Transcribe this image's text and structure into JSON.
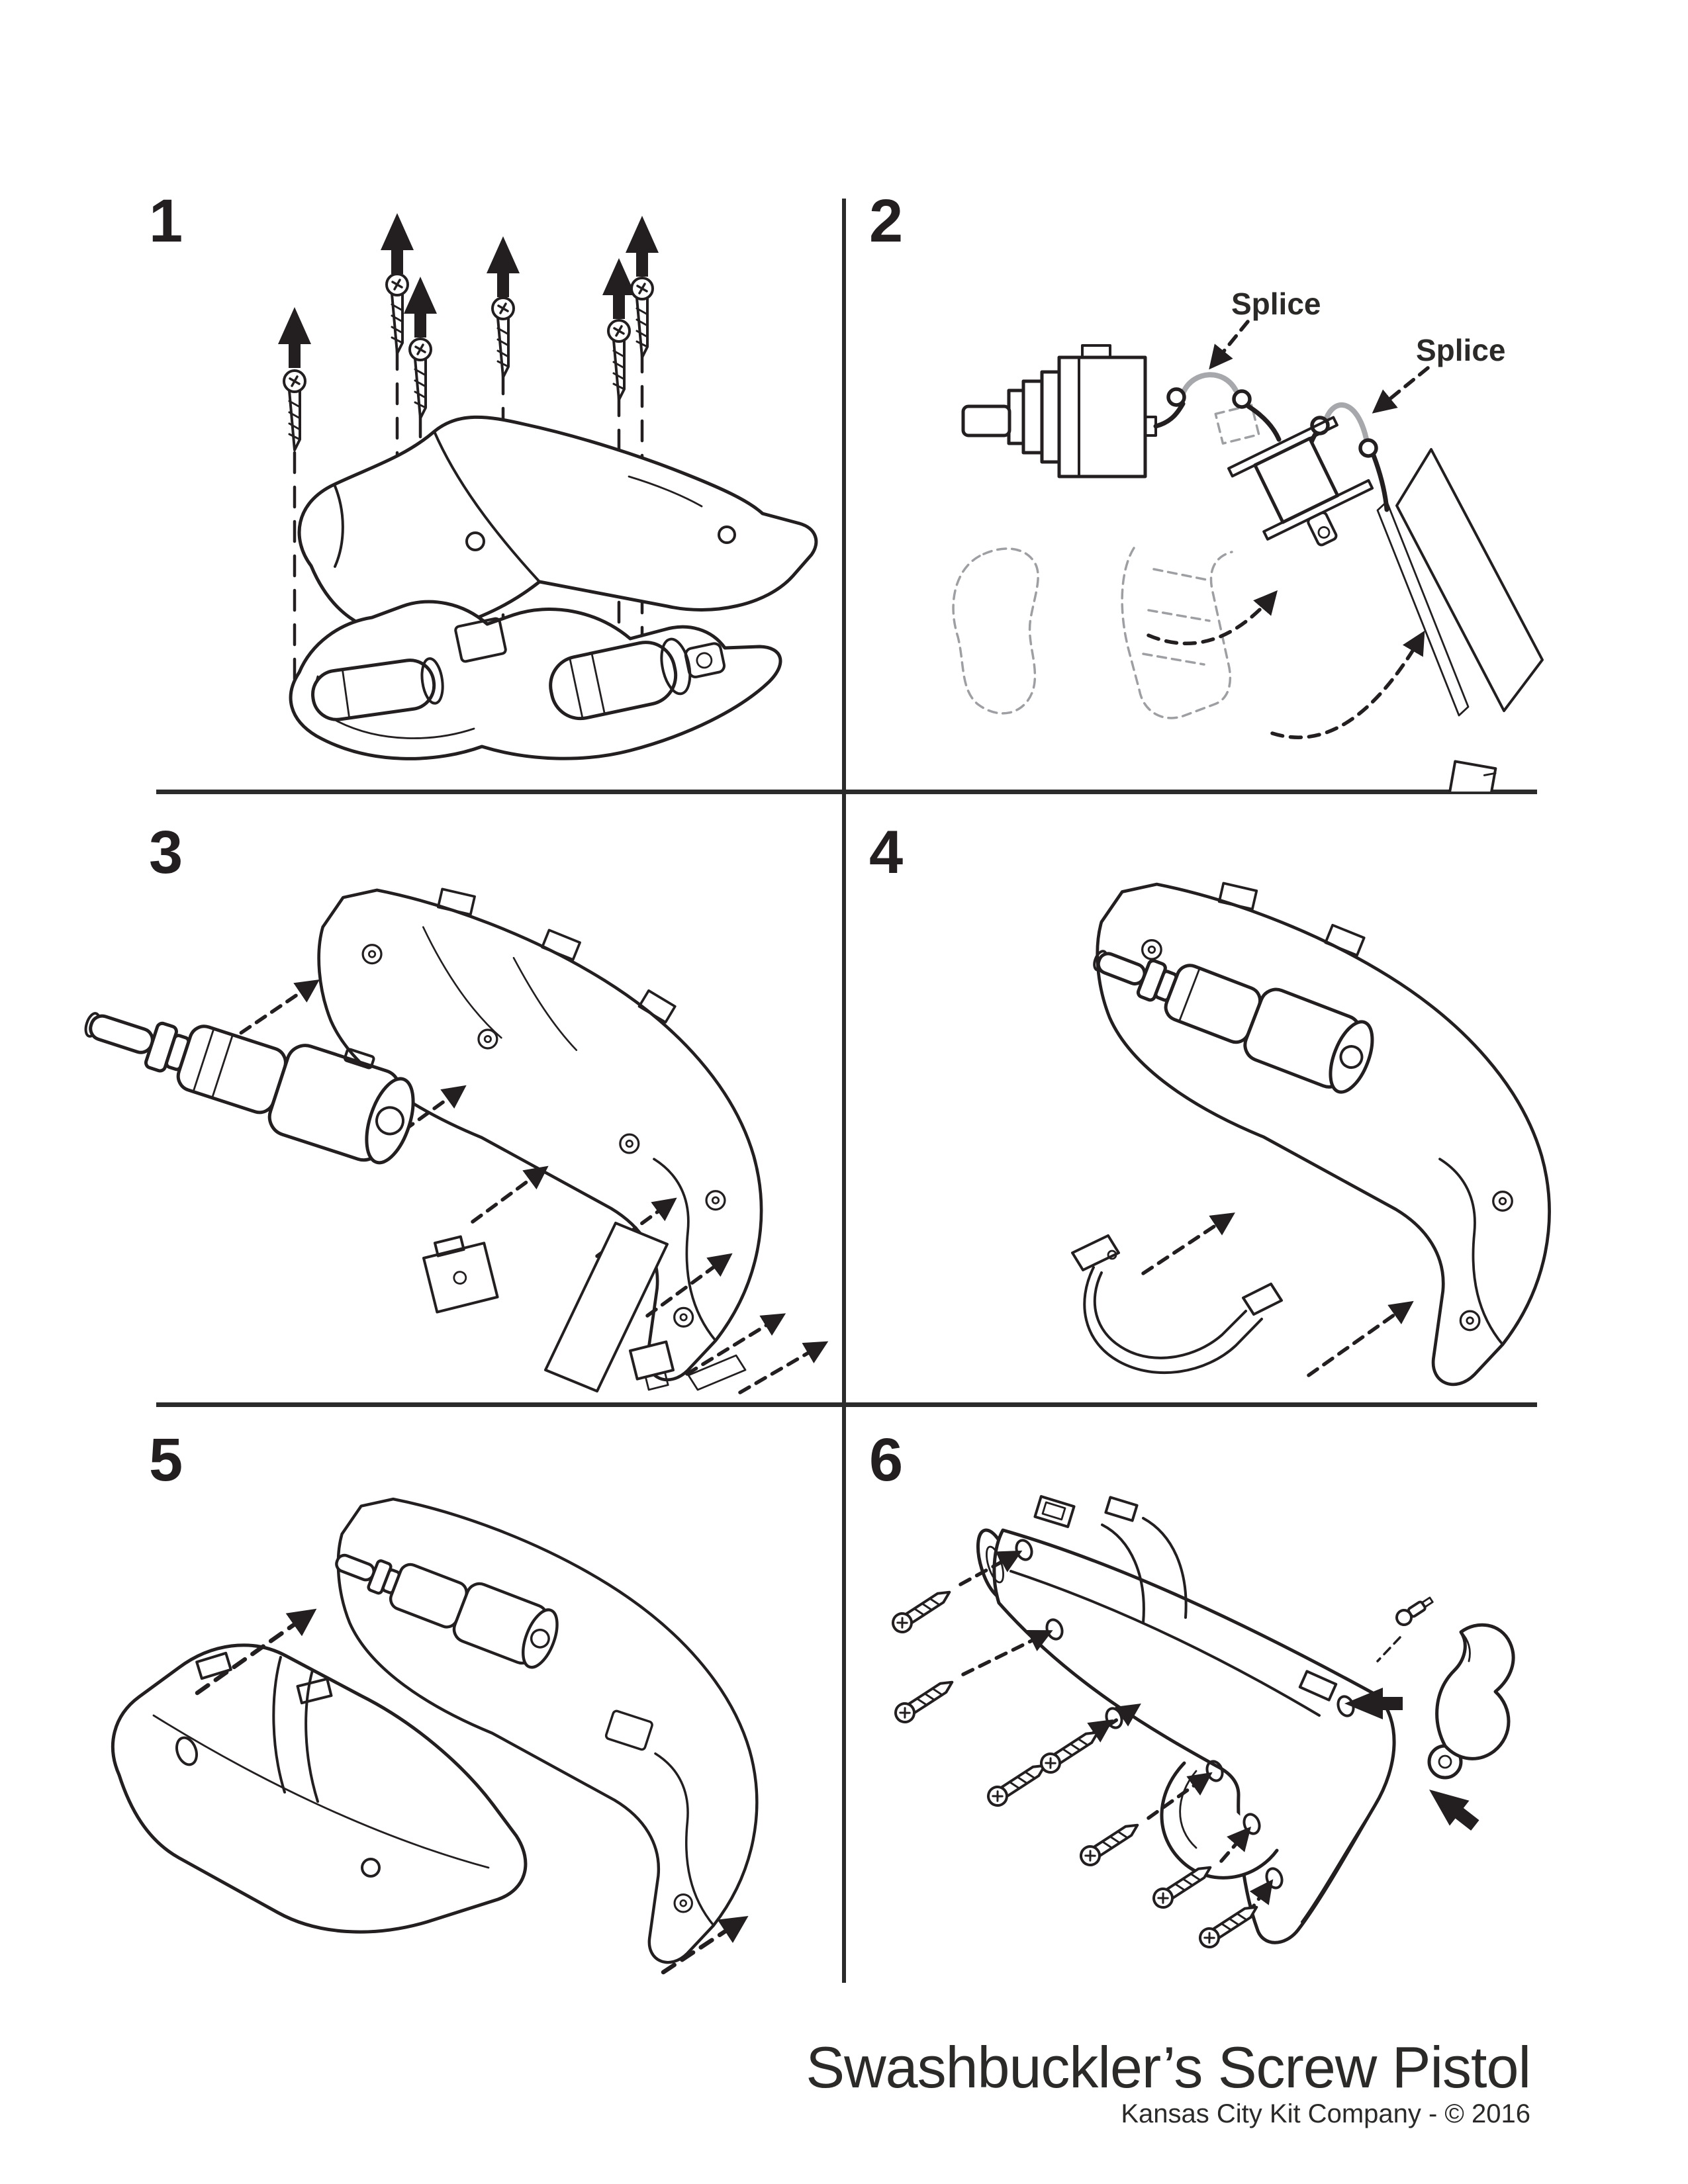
{
  "panels": [
    {
      "number": "1"
    },
    {
      "number": "2",
      "splice_labels": [
        "Splice",
        "Splice"
      ]
    },
    {
      "number": "3"
    },
    {
      "number": "4"
    },
    {
      "number": "5"
    },
    {
      "number": "6"
    }
  ],
  "footer": {
    "title": "Swashbuckler’s Screw Pistol",
    "credit": "Kansas City Kit Company - © 2016"
  },
  "colors": {
    "ink": "#231f20",
    "splice_wire": "#a6a8ab",
    "ghost_outline": "#9d9fa2",
    "background": "#ffffff"
  }
}
